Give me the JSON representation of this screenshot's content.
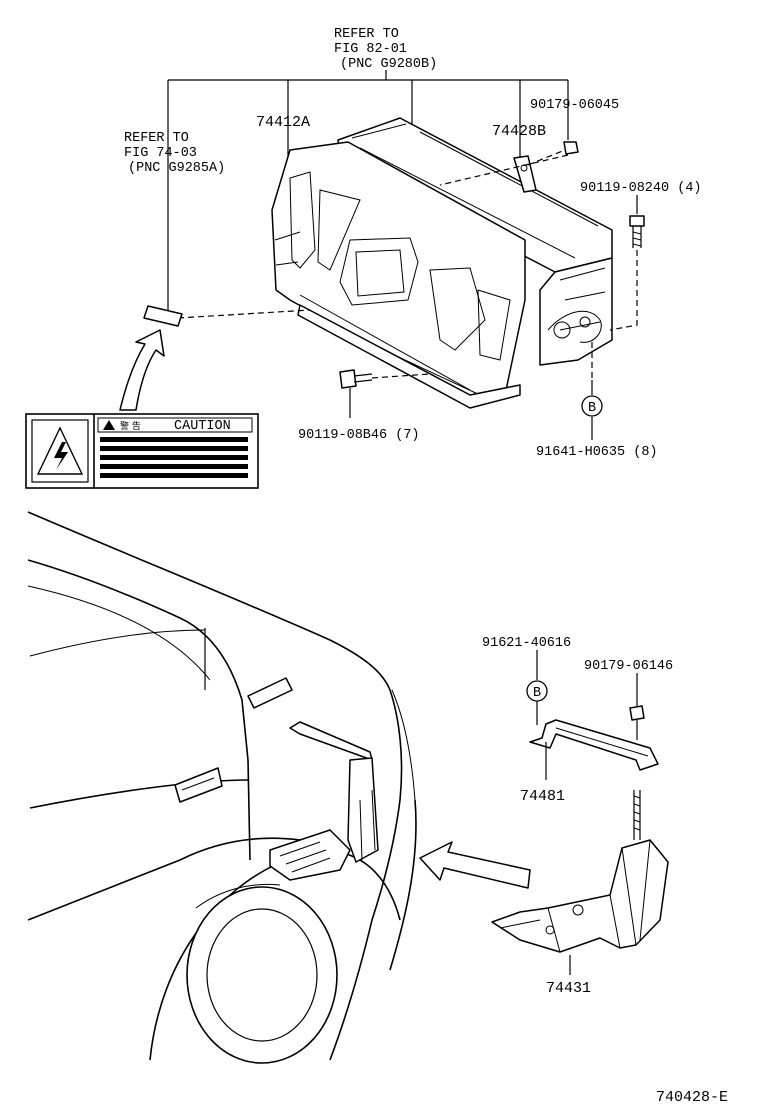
{
  "battery_callout": {
    "refer_line1": "REFER TO",
    "refer_line2": "FIG 82-01",
    "refer_line3": "(PNC G9280B)"
  },
  "label_callout": {
    "refer_line1": "REFER TO",
    "refer_line2": "FIG 74-03",
    "refer_line3": "(PNC G9285A)"
  },
  "caution_label": {
    "text": "CAUTION",
    "glyphs": "警 告"
  },
  "parts": {
    "p74412A": "74412A",
    "p74428B": "74428B",
    "p90179_06045": "90179-06045",
    "p90119_08240": "90119-08240 (4)",
    "p90119_08B46": "90119-08B46 (7)",
    "p91641_H0635": "91641-H0635 (8)",
    "p91621_40616": "91621-40616",
    "p90179_06146": "90179-06146",
    "p74481": "74481",
    "p74431": "74431"
  },
  "marker_b": "B",
  "diagram_id": "740428-E"
}
